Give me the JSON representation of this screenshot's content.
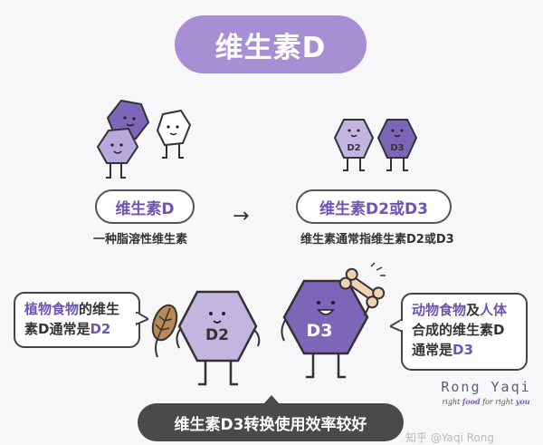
{
  "title": "维生素D",
  "left_section": {
    "pill": "维生素D",
    "subtitle": "一种脂溶性维生素"
  },
  "right_section": {
    "pill": "维生素D2或D3",
    "subtitle": "维生素通常指维生素D2或D3",
    "small_hexes": [
      "D2",
      "D3"
    ]
  },
  "arrow": "→",
  "bubble_left": {
    "parts": [
      "植物食物",
      "的维生",
      "素D通常是",
      "D2"
    ]
  },
  "bubble_right": {
    "parts": [
      "动物食物",
      "及",
      "人体",
      "合成的维生素D",
      "通常是",
      "D3"
    ]
  },
  "characters": {
    "d2_label": "D2",
    "d3_label": "D3"
  },
  "bottom_banner": "维生素D3转换使用效率较好",
  "brand": {
    "name": "Rong Yaqi",
    "tagline_parts": [
      "right ",
      "food",
      " for right ",
      "you"
    ]
  },
  "watermark": "知乎 @Yaqi Rong",
  "colors": {
    "accent": "#a68fd2",
    "accent_dark": "#6d55b3",
    "banner": "#4a4a4a"
  }
}
